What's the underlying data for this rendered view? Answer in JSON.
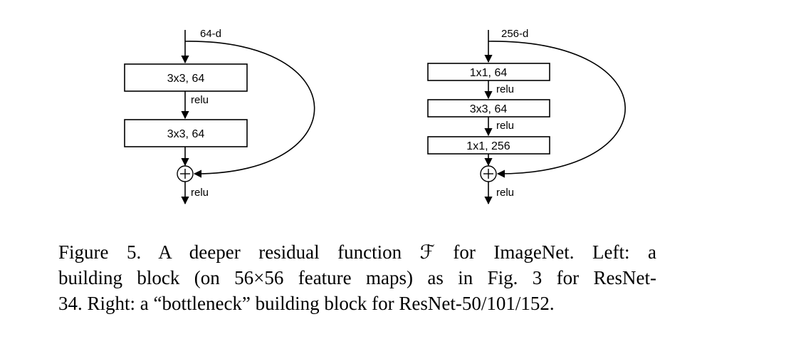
{
  "diagram": {
    "left": {
      "input_label": "64-d",
      "boxes": [
        "3x3, 64",
        "3x3, 64"
      ],
      "relu_mid": "relu",
      "relu_out": "relu",
      "add_symbol": "+"
    },
    "right": {
      "input_label": "256-d",
      "boxes": [
        "1x1, 64",
        "3x3, 64",
        "1x1, 256"
      ],
      "relu_1": "relu",
      "relu_2": "relu",
      "relu_out": "relu",
      "add_symbol": "+"
    }
  },
  "caption": {
    "line1": "Figure 5. A deeper residual function ℱ for ImageNet.  Left: a",
    "line2": "building block (on 56×56 feature maps) as in Fig. 3 for ResNet-",
    "line3": "34. Right: a “bottleneck” building block for ResNet-50/101/152."
  }
}
